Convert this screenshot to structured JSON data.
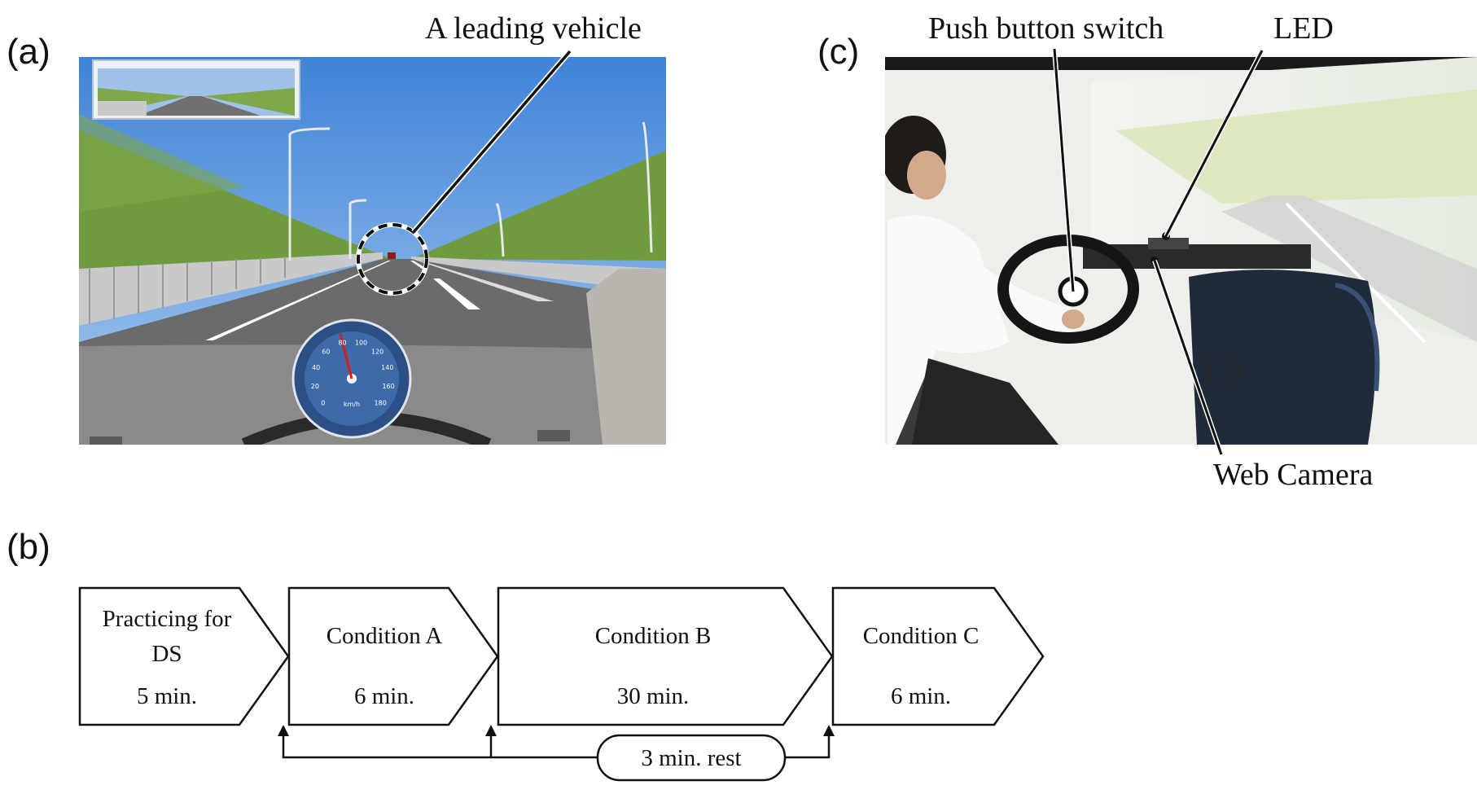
{
  "panels": {
    "a": {
      "letter": "(a)",
      "callout": "A leading vehicle",
      "scene": {
        "speedometer_ticks": [
          "0",
          "20",
          "40",
          "60",
          "80",
          "100",
          "120",
          "140",
          "160",
          "180"
        ],
        "speedometer_unit": "km/h"
      }
    },
    "b": {
      "letter": "(b)",
      "steps": [
        {
          "title_lines": [
            "Practicing for",
            "DS"
          ],
          "duration": "5 min."
        },
        {
          "title_lines": [
            "Condition A"
          ],
          "duration": "6 min."
        },
        {
          "title_lines": [
            "Condition B"
          ],
          "duration": "30 min."
        },
        {
          "title_lines": [
            "Condition C"
          ],
          "duration": "6 min."
        }
      ],
      "rest_label": "3 min. rest"
    },
    "c": {
      "letter": "(c)",
      "callouts": {
        "push_button": "Push button switch",
        "led": "LED",
        "web_camera": "Web Camera",
        "ed": "ED"
      }
    }
  },
  "colors": {
    "sky": "#5b9be0",
    "grass": "#6f9a3e",
    "road": "#6b6b6b",
    "dashboard": "#8a8a88",
    "gauge": "#2c4f86",
    "needle": "#d81b1b",
    "wall": "#f1f1ee",
    "seat": "#3a3a3a",
    "cockpit": "#1f2a3a"
  }
}
